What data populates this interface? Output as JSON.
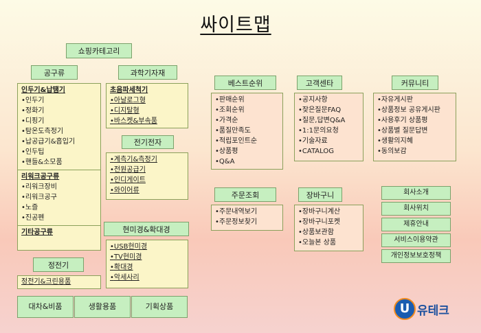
{
  "title": "싸이트맵",
  "headers": {
    "shopping": "쇼핑카테고리",
    "tools": "공구류",
    "science": "과학기자재",
    "electronics": "전기전자",
    "microscope": "현미경&확대경",
    "stationery": "정전기",
    "best": "베스트순위",
    "customer": "고객센타",
    "community": "커뮤니티",
    "order": "주문조회",
    "cart": "장바구니",
    "company": "회사소개"
  },
  "tools_box": {
    "group1": "인두기&납땜기",
    "group1_items": [
      "인두기",
      "정화기",
      "디핑기",
      "탐온도측정기",
      "납공급기&흡입기",
      "인두팁",
      "핸들&소모품"
    ],
    "group2": "리워크공구류",
    "group2_items": [
      "리워크장비",
      "리워크공구",
      "노즐",
      "진공펜"
    ],
    "group3": "기타공구류"
  },
  "science_box": {
    "group": "초음파세척기",
    "items": [
      "아날로그형",
      "디지탈형",
      "바스켓&부속품"
    ]
  },
  "electronics_box": {
    "items": [
      "계측기&측정기",
      "전원공급기",
      "인디게이트",
      "와이어류"
    ]
  },
  "microscope_box": {
    "items": [
      "USB현미경",
      "TV현미경",
      "확대경",
      "악세사리"
    ]
  },
  "stationery_box": {
    "item": "정전기&크린용품"
  },
  "best_box": {
    "items": [
      "판매순위",
      "조회순위",
      "가격순",
      "품질만족도",
      "적립포인트순",
      "상품평",
      "Q&A"
    ]
  },
  "customer_box": {
    "items": [
      "공지사항",
      "잦은질문FAQ",
      "질문,답변Q&A",
      "1:1문의요청",
      "기술자료",
      "CATALOG"
    ]
  },
  "community_box": {
    "items": [
      "자유게시판",
      "상품정보 공유게시판",
      "사용후기 상품평",
      "상품별 질문답변",
      "생활의지혜",
      "동의보감"
    ]
  },
  "order_box": {
    "items": [
      "주문내역보기",
      "주문정보찾기"
    ]
  },
  "cart_box": {
    "items": [
      "장바구니계산",
      "장바구니포켓",
      "상품보관함",
      "오늘본 상품"
    ]
  },
  "company_items": [
    "회사소개",
    "회사위치",
    "제휴안내",
    "서비스이용약관",
    "개인정보보호정책"
  ],
  "bottom_buttons": [
    "대차&비품",
    "생활용품",
    "기획상품"
  ],
  "logo": {
    "mark": "U",
    "text": "유테크"
  }
}
